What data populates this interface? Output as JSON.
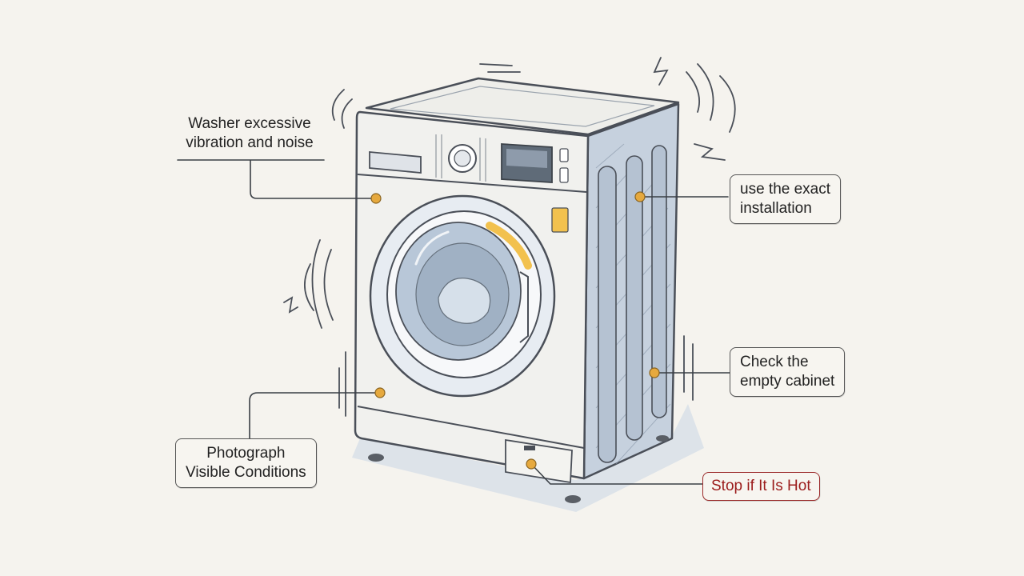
{
  "diagram": {
    "callouts": [
      {
        "id": "vibration",
        "lines": [
          "Washer excessive",
          "vibration and noise"
        ]
      },
      {
        "id": "installation",
        "lines": [
          "use the exact",
          "installation"
        ]
      },
      {
        "id": "cabinet",
        "lines": [
          "Check the",
          "empty cabinet"
        ]
      },
      {
        "id": "photograph",
        "lines": [
          "Photograph",
          "Visible Conditions"
        ]
      },
      {
        "id": "hot",
        "lines": [
          "Stop if It Is Hot"
        ]
      }
    ],
    "colors": {
      "marker": "#e6a93e",
      "outline": "#4a4f58",
      "body": "#f1f1ee",
      "side": "#c9d3df",
      "warning": "#9b1c1c",
      "accent": "#f2c14e"
    }
  }
}
